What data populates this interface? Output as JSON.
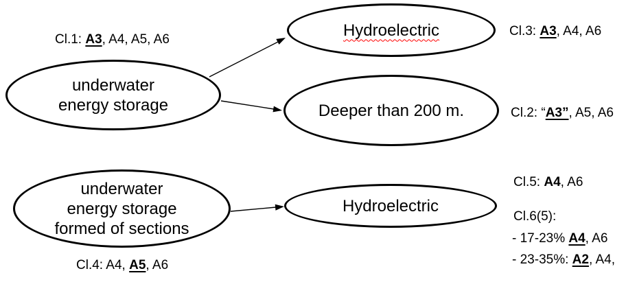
{
  "colors": {
    "stroke": "#000000",
    "text": "#000000",
    "spellcheck_underline": "#ff0000",
    "background": "#ffffff"
  },
  "nodes": {
    "storage": {
      "line1": "underwater",
      "line2": "energy storage"
    },
    "hydroelectric_top": {
      "label": "Hydroelectric",
      "spellcheck_squiggle": true
    },
    "deeper": {
      "label": "Deeper than 200 m."
    },
    "storage_sections": {
      "line1": "underwater",
      "line2": "energy storage",
      "line3": "formed of sections"
    },
    "hydroelectric_bottom": {
      "label": "Hydroelectric"
    }
  },
  "edges": [
    {
      "from": "storage",
      "to": "hydroelectric_top"
    },
    {
      "from": "storage",
      "to": "deeper"
    },
    {
      "from": "storage_sections",
      "to": "hydroelectric_bottom"
    }
  ],
  "annotations": {
    "cl1": {
      "pre": "Cl.1: ",
      "em": "A3",
      "post": ", A4, A5, A6"
    },
    "cl2": {
      "pre": "Cl.2: “",
      "em": "A3”",
      "post": ", A5, A6"
    },
    "cl3": {
      "pre": "Cl.3: ",
      "em": "A3",
      "post": ", A4, A6"
    },
    "cl4": {
      "pre": "Cl.4: A4, ",
      "em": "A5",
      "post": ", A6"
    },
    "cl5": {
      "pre": "Cl.5: ",
      "em": "A4",
      "post": ", A6"
    },
    "cl6": {
      "header": "Cl.6(5):",
      "line1": {
        "pre": "- 17-23% ",
        "em": "A4",
        "post": ", A6"
      },
      "line2": {
        "pre": "- 23-35%: ",
        "em": "A2",
        "post": ", A4,"
      }
    }
  }
}
